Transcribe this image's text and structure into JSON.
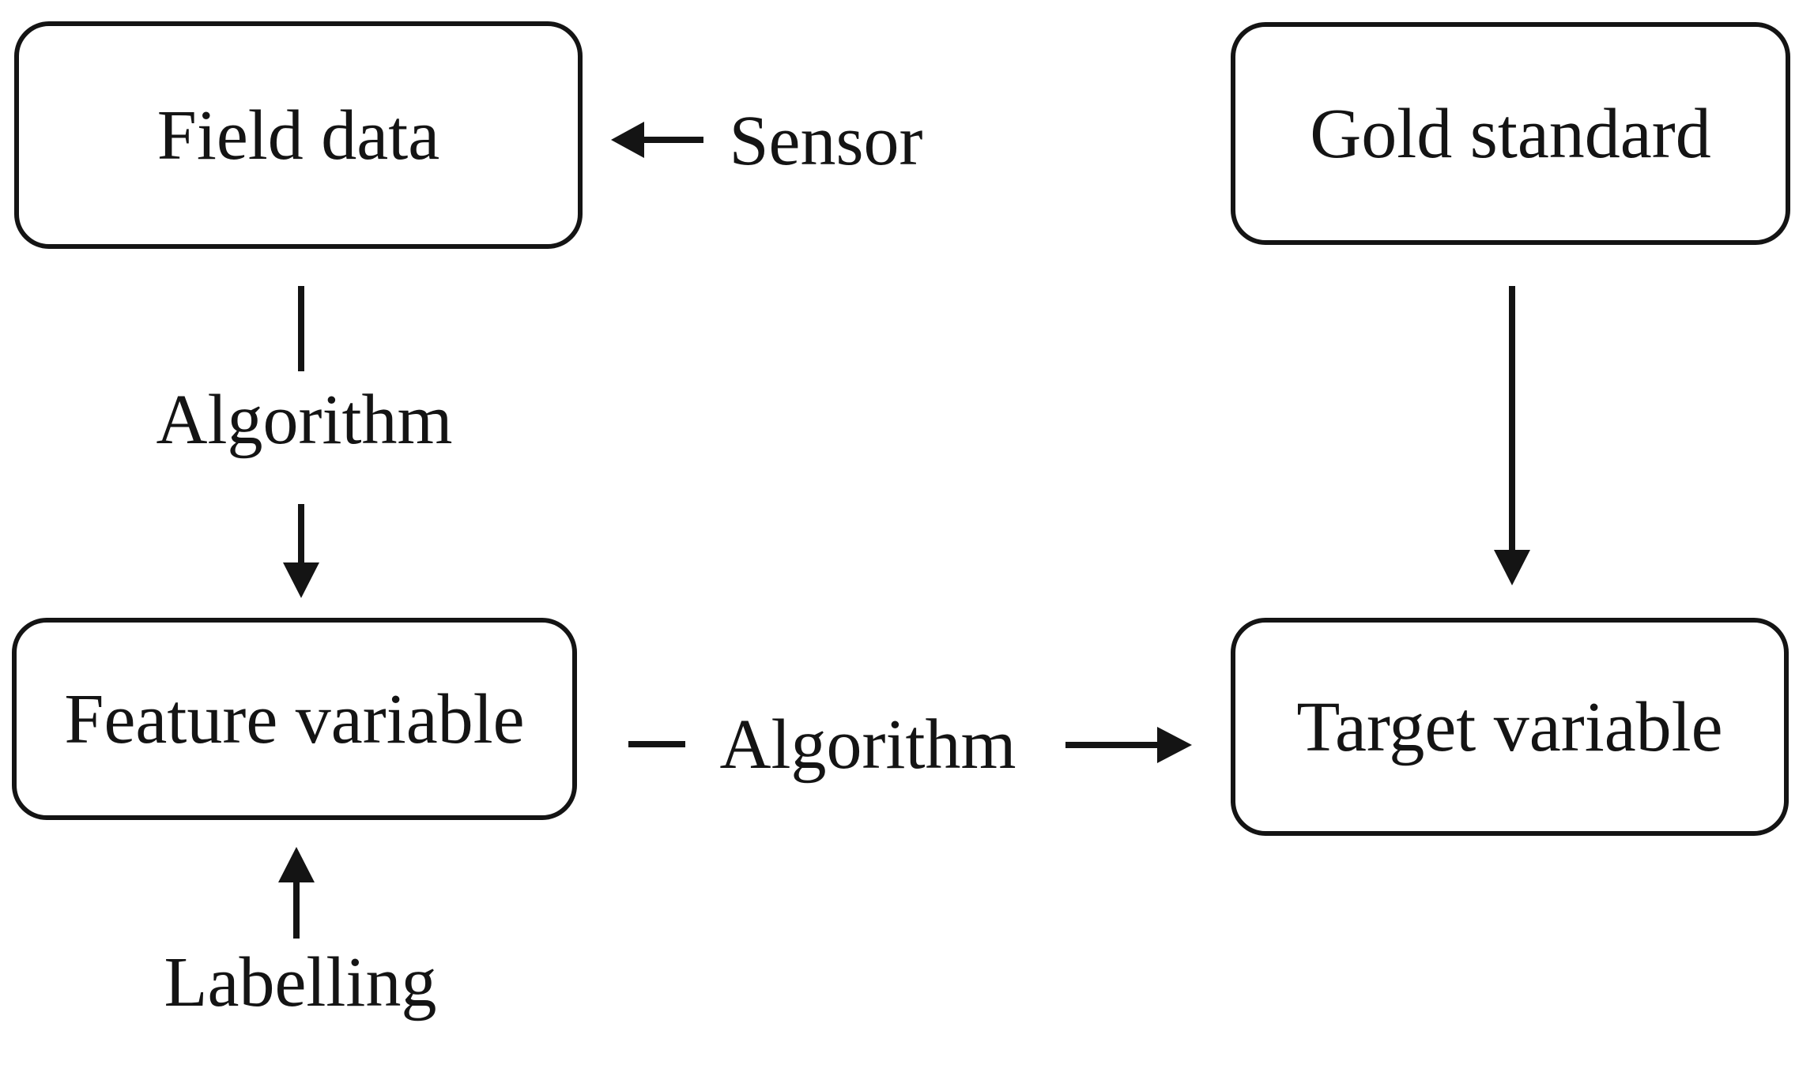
{
  "diagram": {
    "background_color": "#ffffff",
    "line_color": "#141414",
    "nodes": [
      {
        "id": "field-data",
        "label": "Field data"
      },
      {
        "id": "gold-standard",
        "label": "Gold standard"
      },
      {
        "id": "feature-variable",
        "label": "Feature variable"
      },
      {
        "id": "target-variable",
        "label": "Target variable"
      }
    ],
    "edges": [
      {
        "id": "sensor",
        "label": "Sensor",
        "from": "sensor",
        "to": "field-data",
        "direction": "left"
      },
      {
        "id": "algorithm-left",
        "label": "Algorithm",
        "from": "field-data",
        "to": "feature-variable",
        "direction": "down"
      },
      {
        "id": "labelling",
        "label": "Labelling",
        "from": "labelling",
        "to": "feature-variable",
        "direction": "up"
      },
      {
        "id": "algorithm-middle",
        "label": "Algorithm",
        "from": "feature-variable",
        "to": "target-variable",
        "direction": "right"
      },
      {
        "id": "gold-to-target",
        "label": "",
        "from": "gold-standard",
        "to": "target-variable",
        "direction": "down"
      }
    ]
  }
}
